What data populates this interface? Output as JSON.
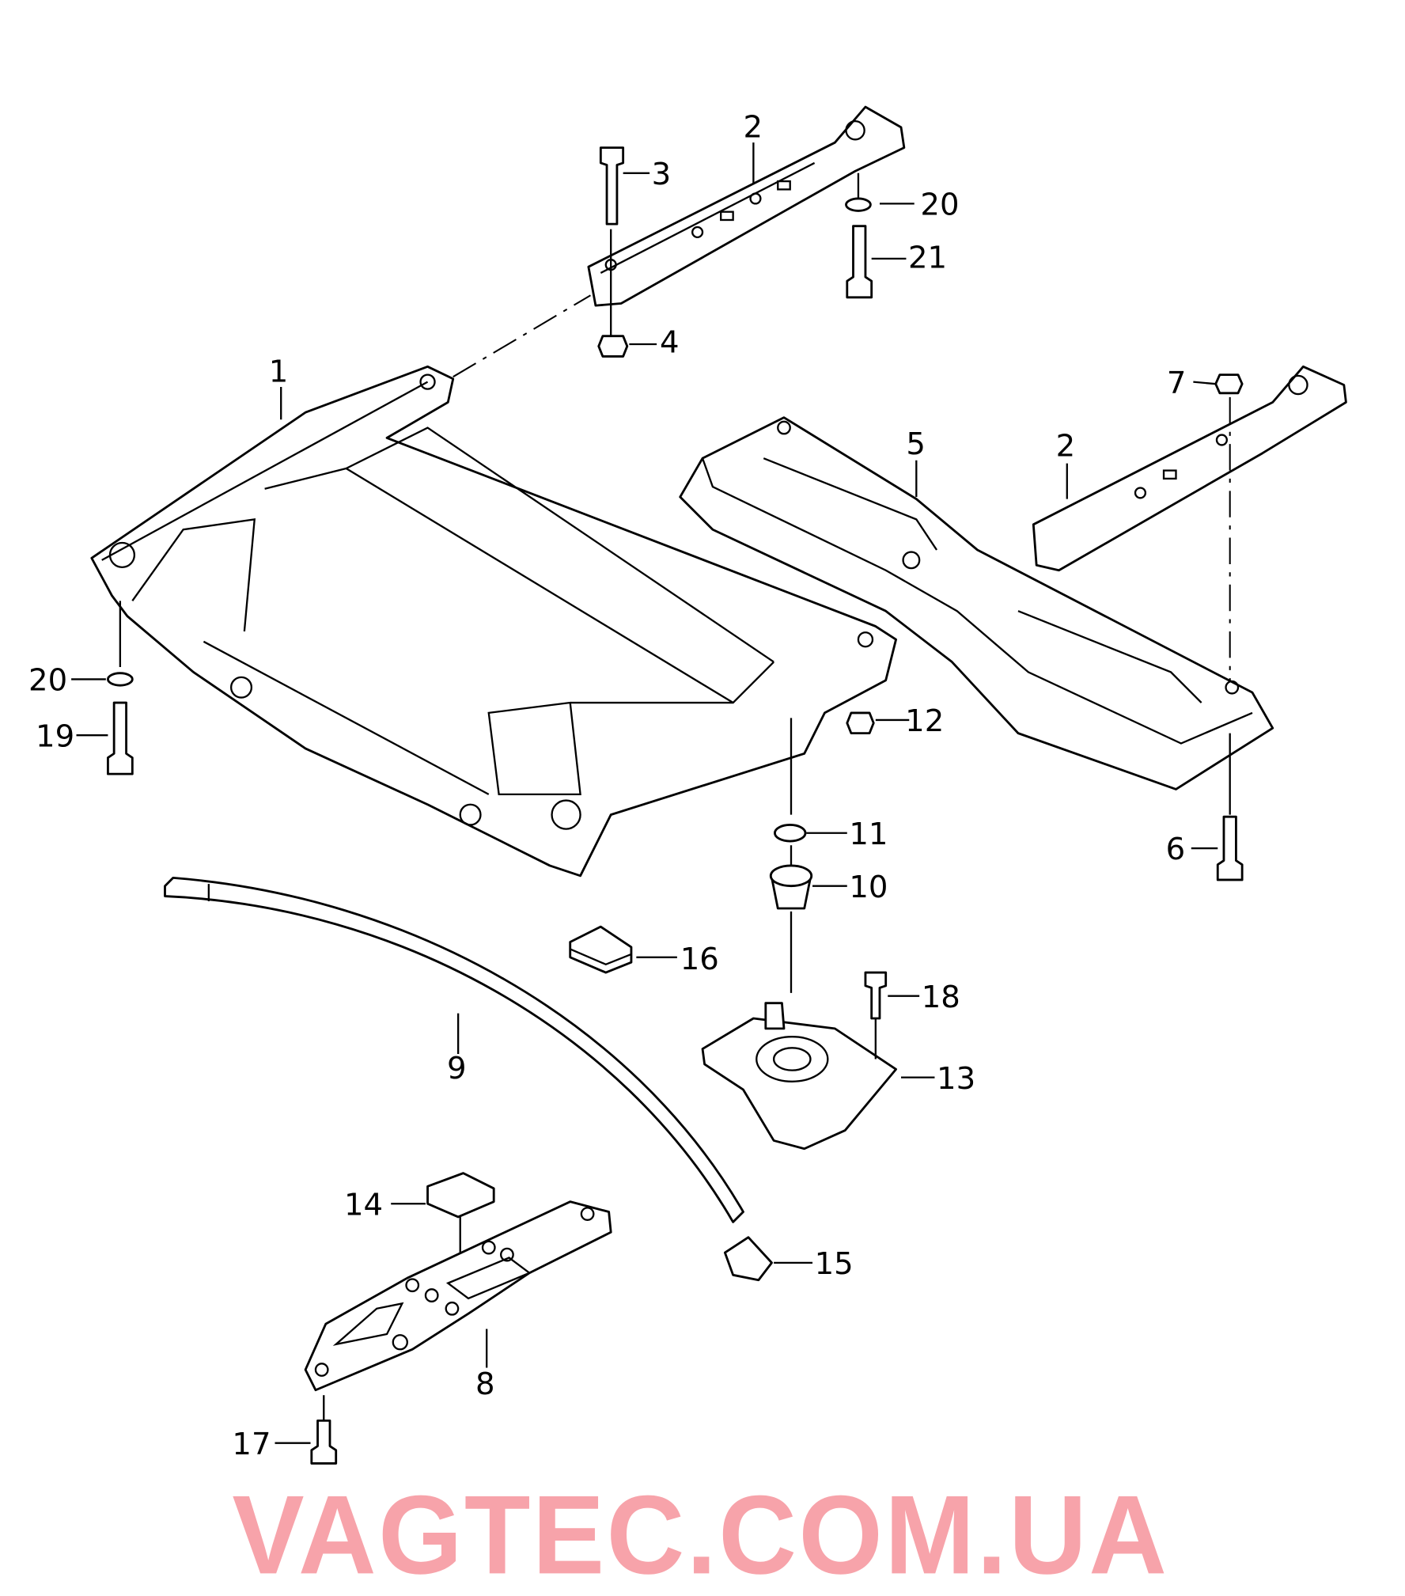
{
  "watermark": "VAGTEC.COM.UA",
  "callouts": {
    "c1": "1",
    "c2a": "2",
    "c2b": "2",
    "c3": "3",
    "c4": "4",
    "c5": "5",
    "c6": "6",
    "c7": "7",
    "c8": "8",
    "c9": "9",
    "c10": "10",
    "c11": "11",
    "c12": "12",
    "c13": "13",
    "c14": "14",
    "c15": "15",
    "c16": "16",
    "c17": "17",
    "c18": "18",
    "c19": "19",
    "c20a": "20",
    "c20b": "20",
    "c21": "21"
  }
}
